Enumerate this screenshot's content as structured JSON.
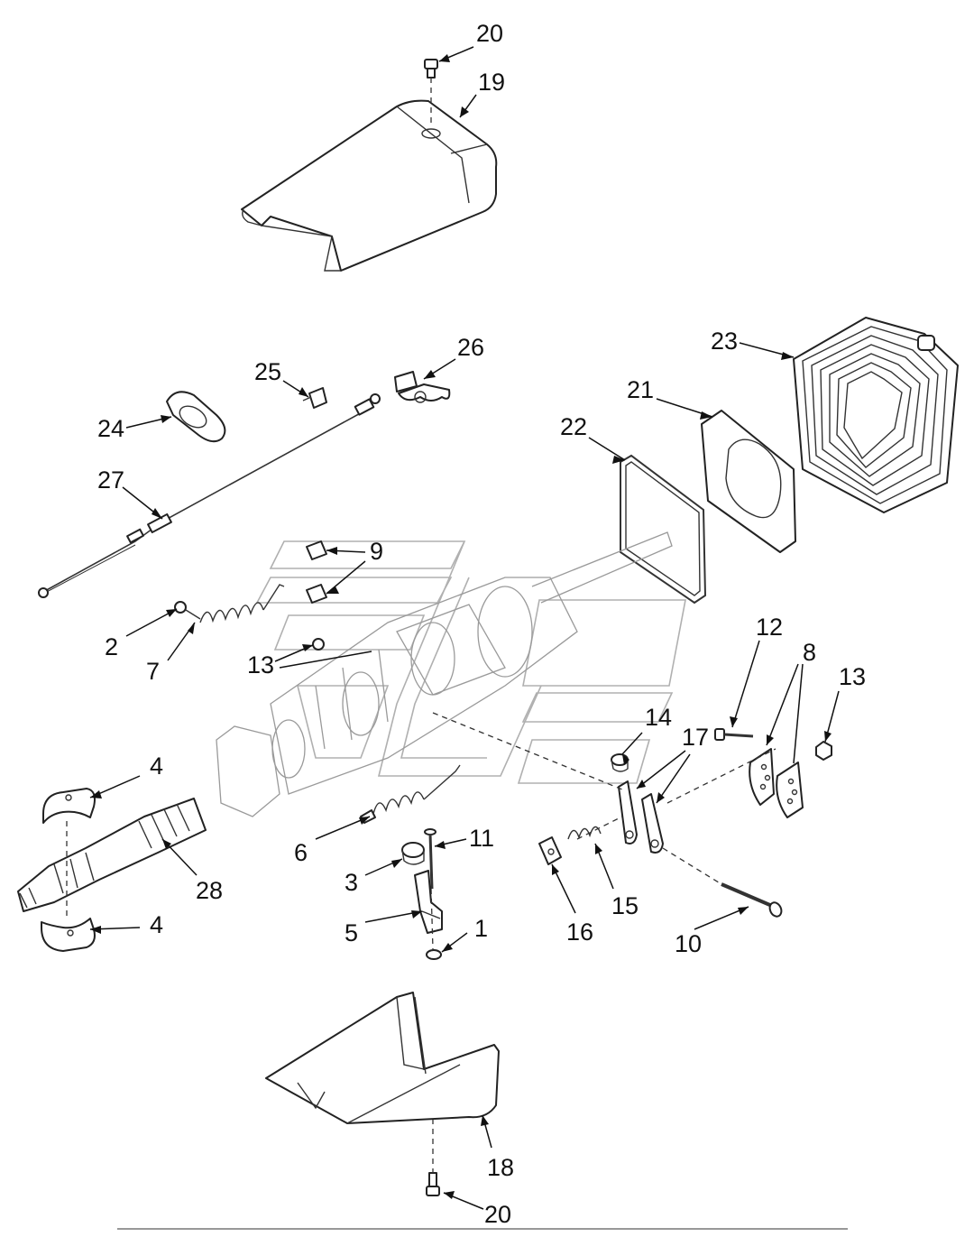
{
  "callouts": [
    {
      "id": "c20a",
      "text": "20"
    },
    {
      "id": "c19",
      "text": "19"
    },
    {
      "id": "c23",
      "text": "23"
    },
    {
      "id": "c26",
      "text": "26"
    },
    {
      "id": "c25",
      "text": "25"
    },
    {
      "id": "c21",
      "text": "21"
    },
    {
      "id": "c24",
      "text": "24"
    },
    {
      "id": "c22",
      "text": "22"
    },
    {
      "id": "c27",
      "text": "27"
    },
    {
      "id": "c9",
      "text": "9"
    },
    {
      "id": "c2",
      "text": "2"
    },
    {
      "id": "c7",
      "text": "7"
    },
    {
      "id": "c13a",
      "text": "13"
    },
    {
      "id": "c12",
      "text": "12"
    },
    {
      "id": "c8",
      "text": "8"
    },
    {
      "id": "c13b",
      "text": "13"
    },
    {
      "id": "c14",
      "text": "14"
    },
    {
      "id": "c17",
      "text": "17"
    },
    {
      "id": "c4a",
      "text": "4"
    },
    {
      "id": "c11",
      "text": "11"
    },
    {
      "id": "c6",
      "text": "6"
    },
    {
      "id": "c3",
      "text": "3"
    },
    {
      "id": "c28",
      "text": "28"
    },
    {
      "id": "c15",
      "text": "15"
    },
    {
      "id": "c16",
      "text": "16"
    },
    {
      "id": "c4b",
      "text": "4"
    },
    {
      "id": "c5",
      "text": "5"
    },
    {
      "id": "c1",
      "text": "1"
    },
    {
      "id": "c10",
      "text": "10"
    },
    {
      "id": "c18",
      "text": "18"
    },
    {
      "id": "c20b",
      "text": "20"
    }
  ]
}
